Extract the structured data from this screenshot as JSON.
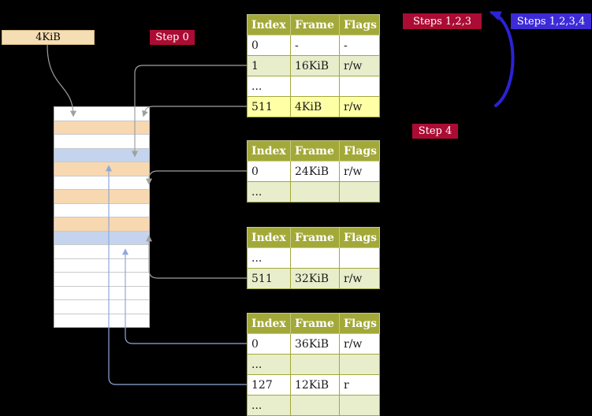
{
  "colors": {
    "background": "#000000",
    "table_header_bg": "#a3a938",
    "table_row_green": "#e8eecb",
    "highlight_yellow": "#ffffa6",
    "memory_frame_peach": "#f7d8b0",
    "memory_frame_blue": "#c4d4ee",
    "label_crimson": "#ab0c34",
    "label_blue": "#3e2bd8",
    "label_wheat": "#f5deb3",
    "arrow_silver": "#a0a0a0",
    "arrow_light_blue": "#8fa8d8",
    "arrow_big_blue": "#2c22d6"
  },
  "labels": {
    "frame_4kib": "4KiB",
    "step0": "Step 0",
    "steps123": "Steps 1,2,3",
    "steps1234": "Steps 1,2,3,4",
    "step4": "Step 4"
  },
  "memory": {
    "rows": [
      "white",
      "peach",
      "white",
      "blue",
      "peach",
      "white",
      "peach",
      "white",
      "peach",
      "blue",
      "white",
      "white",
      "white",
      "white",
      "white",
      "white"
    ]
  },
  "tables": [
    {
      "name": "page-table-top",
      "headers": [
        "Index",
        "Frame",
        "Flags"
      ],
      "rows": [
        {
          "bg": "white",
          "cells": [
            "0",
            "-",
            "-"
          ]
        },
        {
          "bg": "green",
          "cells": [
            "1",
            "16KiB",
            "r/w"
          ]
        },
        {
          "bg": "white",
          "cells": [
            "...",
            "",
            ""
          ]
        },
        {
          "bg": "yellow",
          "cells": [
            "511",
            "4KiB",
            "r/w"
          ]
        }
      ]
    },
    {
      "name": "page-table-second",
      "headers": [
        "Index",
        "Frame",
        "Flags"
      ],
      "rows": [
        {
          "bg": "white",
          "cells": [
            "0",
            "24KiB",
            "r/w"
          ]
        },
        {
          "bg": "green",
          "cells": [
            "...",
            "",
            ""
          ]
        }
      ]
    },
    {
      "name": "page-table-third",
      "headers": [
        "Index",
        "Frame",
        "Flags"
      ],
      "rows": [
        {
          "bg": "white",
          "cells": [
            "...",
            "",
            ""
          ]
        },
        {
          "bg": "green",
          "cells": [
            "511",
            "32KiB",
            "r/w"
          ]
        }
      ]
    },
    {
      "name": "page-table-fourth",
      "headers": [
        "Index",
        "Frame",
        "Flags"
      ],
      "rows": [
        {
          "bg": "white",
          "cells": [
            "0",
            "36KiB",
            "r/w"
          ]
        },
        {
          "bg": "green",
          "cells": [
            "...",
            "",
            ""
          ]
        },
        {
          "bg": "white",
          "cells": [
            "127",
            "12KiB",
            "r"
          ]
        },
        {
          "bg": "green",
          "cells": [
            "...",
            "",
            ""
          ]
        }
      ]
    }
  ]
}
